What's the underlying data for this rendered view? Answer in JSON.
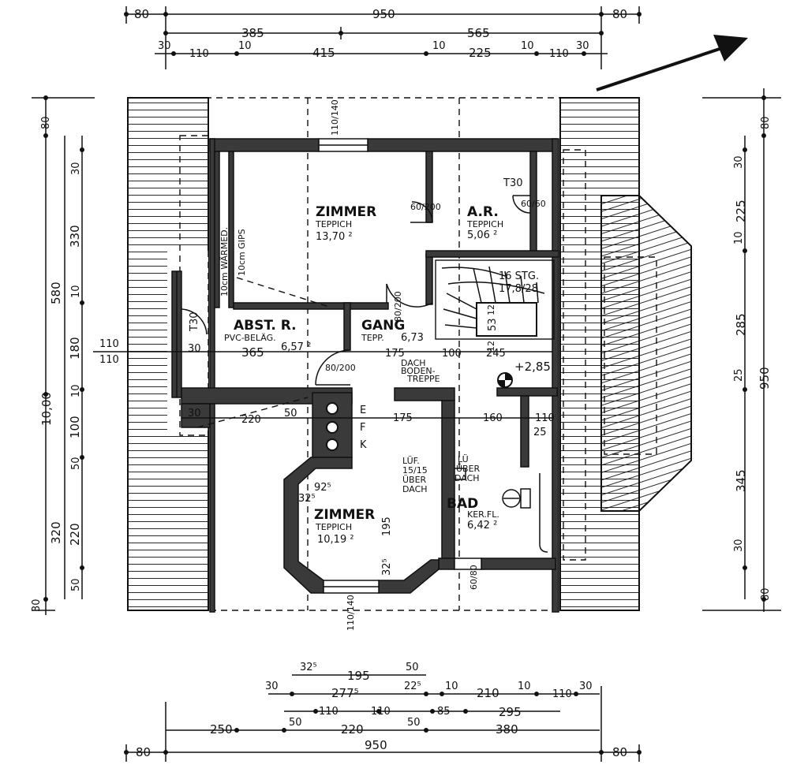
{
  "dimensions": {
    "top_total": "950",
    "top_left_over": "80",
    "top_right_over": "80",
    "top_mid_left": "385",
    "top_mid_right": "565",
    "top_seg": [
      "30",
      "110",
      "10",
      "415",
      "10",
      "225",
      "10",
      "110",
      "30"
    ],
    "bottom_total": "950",
    "bottom_left_over": "80",
    "bottom_right_over": "80",
    "bottom_row1": [
      "32⁵",
      "195",
      "50"
    ],
    "bottom_row2": [
      "30",
      "277⁵",
      "22⁵",
      "10",
      "210",
      "10",
      "110",
      "30"
    ],
    "bottom_row3": [
      "110",
      "110",
      "85",
      "295"
    ],
    "bottom_row4": [
      "250",
      "50",
      "220",
      "50",
      "380"
    ],
    "left_total": "10,00",
    "left_outer": [
      "80",
      "580",
      "320",
      "30"
    ],
    "left_inner": [
      "30",
      "330",
      "10",
      "180",
      "10",
      "100",
      "50",
      "220",
      "50"
    ],
    "right_total": "950",
    "right_outer": [
      "80",
      "30",
      "225",
      "10",
      "285",
      "25",
      "345",
      "30",
      "80"
    ],
    "mid_left": [
      "110",
      "110"
    ]
  },
  "rooms": {
    "zimmer1": {
      "name": "ZIMMER",
      "floor": "TEPPICH",
      "area": "13,70 ²"
    },
    "ar": {
      "name": "A.R.",
      "floor": "TEPPICH",
      "area": "5,06 ²"
    },
    "abst": {
      "name": "ABST. R.",
      "floor": "PVC-BELÄG.",
      "area": "6,57 ²"
    },
    "gang": {
      "name": "GANG",
      "floor": "TEPP.",
      "area": "6,73"
    },
    "zimmer2": {
      "name": "ZIMMER",
      "floor": "TEPPICH",
      "area": "10,19 ²"
    },
    "bad": {
      "name": "BAD",
      "floor": "KER.FL.",
      "area": "6,42 ²"
    }
  },
  "annotations": {
    "wall_insulation": "10cm WÄRMED.",
    "wall_gips": "10cm GIPS",
    "t30_left": "T30",
    "t30_right": "T30",
    "stairs": "16 STG.",
    "stairs_dim": "17,8/28",
    "dachboden": "DACH",
    "dachboden2": "BODEN-",
    "dachboden3": "TREPPE",
    "level": "+2,85",
    "lueftung": "LÜF.",
    "lueftung_dim": "15/15",
    "lueftung_over": "ÜBER",
    "lueftung_dach": "DACH",
    "lue2": "LÜ",
    "lue2_over": "ÜBER",
    "lue2_dach": "DACH",
    "e": "E",
    "f": "F",
    "k": "K",
    "window_top": "110/140",
    "window_bottom": "110/140",
    "door_zimmer1": "60/200",
    "door_ar": "60/60",
    "door_gang": "80/200",
    "door_abst": "80/200",
    "window_bad": "60/80",
    "d_365": "365",
    "d_175": "175",
    "d_100": "100",
    "d_245": "245",
    "d_220": "220",
    "d_175b": "175",
    "d_160": "160",
    "d_110": "110",
    "d_92": "92⁵",
    "d_325": "32⁵",
    "d_195": "195",
    "d_325b": "32⁵",
    "d_53": "53",
    "d_12": "12",
    "d_12b": "12",
    "d_30": "30",
    "d_30b": "30",
    "d_50": "50",
    "d_25": "25"
  }
}
